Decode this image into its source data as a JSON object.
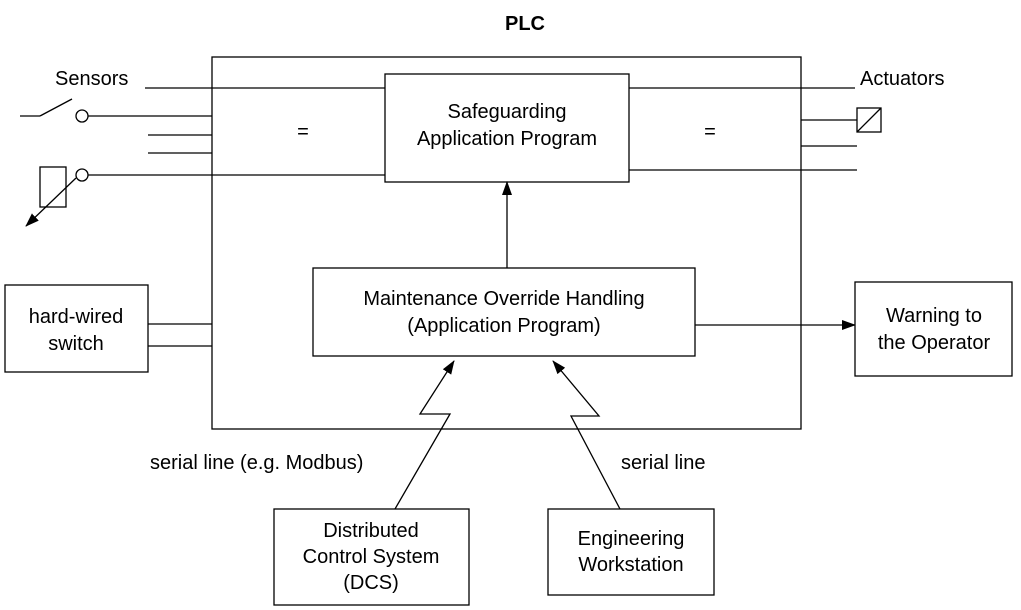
{
  "title": "PLC",
  "labels": {
    "sensors": "Sensors",
    "actuators": "Actuators",
    "serial_dcs": "serial line (e.g. Modbus)",
    "serial_ews": "serial line"
  },
  "boxes": {
    "safeguarding": [
      "Safeguarding",
      "Application Program"
    ],
    "maintenance": [
      "Maintenance Override Handling",
      "(Application Program)"
    ],
    "switch": [
      "hard-wired",
      "switch"
    ],
    "warning": [
      "Warning to",
      "the Operator"
    ],
    "dcs": [
      "Distributed",
      "Control System",
      "(DCS)"
    ],
    "ews": [
      "Engineering",
      "Workstation"
    ]
  },
  "ellipsis_marks": [
    "=",
    "="
  ]
}
